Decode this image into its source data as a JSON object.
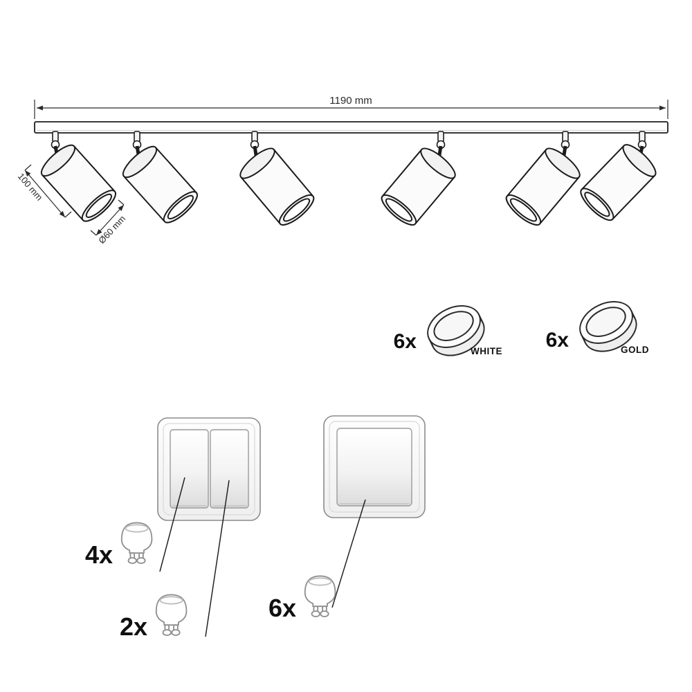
{
  "diagram": {
    "track": {
      "length_label": "1190 mm"
    },
    "spot": {
      "length_label": "100 mm",
      "diameter_label": "Ø60 mm"
    },
    "rings": [
      {
        "qty": "6x",
        "finish": "WHITE"
      },
      {
        "qty": "6x",
        "finish": "GOLD"
      }
    ],
    "bulb_groups": [
      {
        "qty": "4x"
      },
      {
        "qty": "2x"
      },
      {
        "qty": "6x"
      }
    ]
  }
}
